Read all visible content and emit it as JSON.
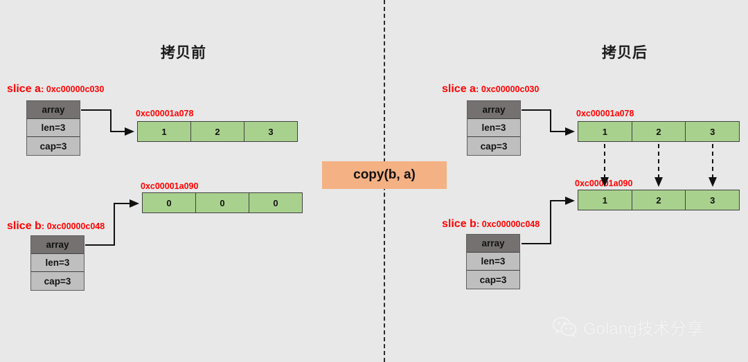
{
  "diagram": {
    "background_color": "#e8e8e8",
    "accent_red": "#ff0000",
    "array_green": "#a9d18e",
    "struct_dark_gray": "#767171",
    "struct_light_gray": "#bfbfbf",
    "copy_box_color": "#f4b183"
  },
  "left_panel": {
    "title": "拷贝前",
    "slice_a": {
      "label_name": "slice a",
      "label_sep": ": ",
      "label_address": "0xc00000c030",
      "fields": [
        {
          "name": "array",
          "text": "array"
        },
        {
          "name": "len",
          "text": "len=3"
        },
        {
          "name": "cap",
          "text": "cap=3"
        }
      ],
      "array": {
        "address": "0xc00001a078",
        "cells": [
          "1",
          "2",
          "3"
        ]
      }
    },
    "slice_b": {
      "label_name": "slice b",
      "label_sep": ": ",
      "label_address": "0xc00000c048",
      "fields": [
        {
          "name": "array",
          "text": "array"
        },
        {
          "name": "len",
          "text": "len=3"
        },
        {
          "name": "cap",
          "text": "cap=3"
        }
      ],
      "array": {
        "address": "0xc00001a090",
        "cells": [
          "0",
          "0",
          "0"
        ]
      }
    }
  },
  "center": {
    "copy_call": "copy(b, a)"
  },
  "right_panel": {
    "title": "拷贝后",
    "slice_a": {
      "label_name": "slice a",
      "label_sep": ": ",
      "label_address": "0xc00000c030",
      "fields": [
        {
          "name": "array",
          "text": "array"
        },
        {
          "name": "len",
          "text": "len=3"
        },
        {
          "name": "cap",
          "text": "cap=3"
        }
      ],
      "array": {
        "address": "0xc00001a078",
        "cells": [
          "1",
          "2",
          "3"
        ]
      }
    },
    "slice_b": {
      "label_name": "slice b",
      "label_sep": ": ",
      "label_address": "0xc00000c048",
      "fields": [
        {
          "name": "array",
          "text": "array"
        },
        {
          "name": "len",
          "text": "len=3"
        },
        {
          "name": "cap",
          "text": "cap=3"
        }
      ],
      "array": {
        "address": "0xc00001a090",
        "cells": [
          "1",
          "2",
          "3"
        ]
      }
    }
  },
  "watermark": {
    "text": "Golang技术分享"
  }
}
